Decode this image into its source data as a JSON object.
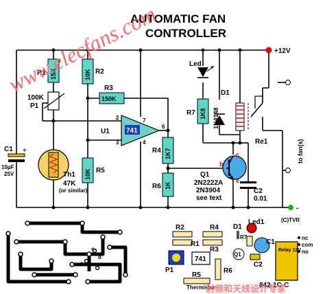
{
  "title": {
    "line1": "AUTOMATIC FAN",
    "line2": "CONTROLLER"
  },
  "watermark": "www.elecfans.com",
  "supply": {
    "label": "+12V",
    "ground": "-"
  },
  "components": {
    "R1": {
      "ref": "R1",
      "value": "15K"
    },
    "R2": {
      "ref": "R2",
      "value": "10K"
    },
    "R3": {
      "ref": "R3",
      "value": "150K"
    },
    "R4": {
      "ref": "R4",
      "value": "1K7"
    },
    "R5": {
      "ref": "R5",
      "value": "10K"
    },
    "R6": {
      "ref": "R6",
      "value": "1K"
    },
    "R7": {
      "ref": "R7",
      "value": "1K8"
    },
    "P1": {
      "ref": "P1",
      "value": "100K"
    },
    "C1": {
      "ref": "C1",
      "value1": "10µF",
      "value2": "25V"
    },
    "C2": {
      "ref": "C2",
      "value": "0.01"
    },
    "U1": {
      "ref": "U1",
      "chip": "741"
    },
    "Th1": {
      "ref": "Th1",
      "value": "47K",
      "note": "(or similar)"
    },
    "Q1": {
      "ref": "Q1",
      "part1": "2N2222A",
      "part2": "2N3904",
      "note": "see text"
    },
    "D1": {
      "ref": "D1",
      "value": "1N4148"
    },
    "Led": {
      "ref": "Led"
    },
    "Re1": {
      "ref": "Re1"
    },
    "pins": {
      "p2": "2",
      "p3": "3",
      "p4": "4",
      "p6": "6",
      "p7": "7"
    },
    "bce": {
      "b": "b",
      "c": "c",
      "e": "e"
    }
  },
  "output": {
    "to_fan": "to fan(s)"
  },
  "credit": "(C)TVR",
  "layout_labels": {
    "R2": "R2",
    "R4": "R4",
    "R1": "R1",
    "R3": "R3",
    "D1": "D1",
    "Led1": "Led1",
    "R7": "R7",
    "C1": "C1",
    "Q1": "Q1",
    "P1": "P1",
    "chip": "741",
    "R5": "R5",
    "R6": "R6",
    "C2": "C2",
    "thermistor": "Thermistor",
    "nc": "nc",
    "com": "com",
    "no": "no",
    "relay": "Relay 12V",
    "relay_part": "842-1C-C"
  },
  "footer_watermark": "射频和天线设计专家",
  "colors": {
    "resistor": "#5fd4c8",
    "wire": "#000000",
    "watermark": "#ff6a6a",
    "pcb": "#000000",
    "plus": "#e00000"
  }
}
